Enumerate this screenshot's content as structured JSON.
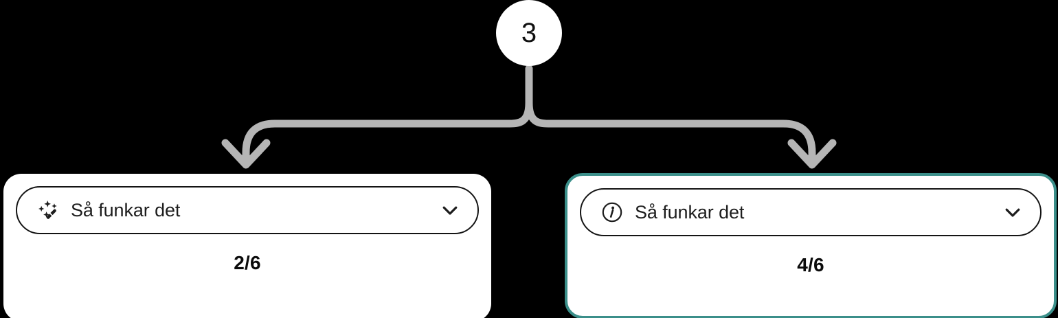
{
  "canvas": {
    "background": "#000000"
  },
  "root_node": {
    "label": "3",
    "shape": "circle",
    "fill": "#ffffff",
    "text_color": "#111111"
  },
  "connector": {
    "color": "#b5b5b5",
    "style": "curved-split-with-arrowheads",
    "branches": 2
  },
  "branches": [
    {
      "id": "left",
      "selected": false,
      "border_color": "#141414",
      "icon": "magic-wand-sparkles-icon",
      "label": "Så funkar det",
      "chevron": "chevron-down-icon",
      "counter": "2/6"
    },
    {
      "id": "right",
      "selected": true,
      "border_color": "#3b8f8a",
      "icon": "info-circle-icon",
      "label": "Så funkar det",
      "chevron": "chevron-down-icon",
      "counter": "4/6"
    }
  ]
}
